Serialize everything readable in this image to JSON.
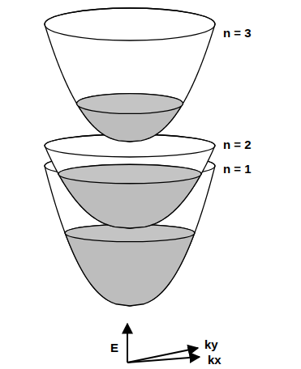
{
  "diagram": {
    "labels": [
      "n = 3",
      "n = 2",
      "n = 1",
      "E",
      "ky",
      "kx"
    ]
  }
}
